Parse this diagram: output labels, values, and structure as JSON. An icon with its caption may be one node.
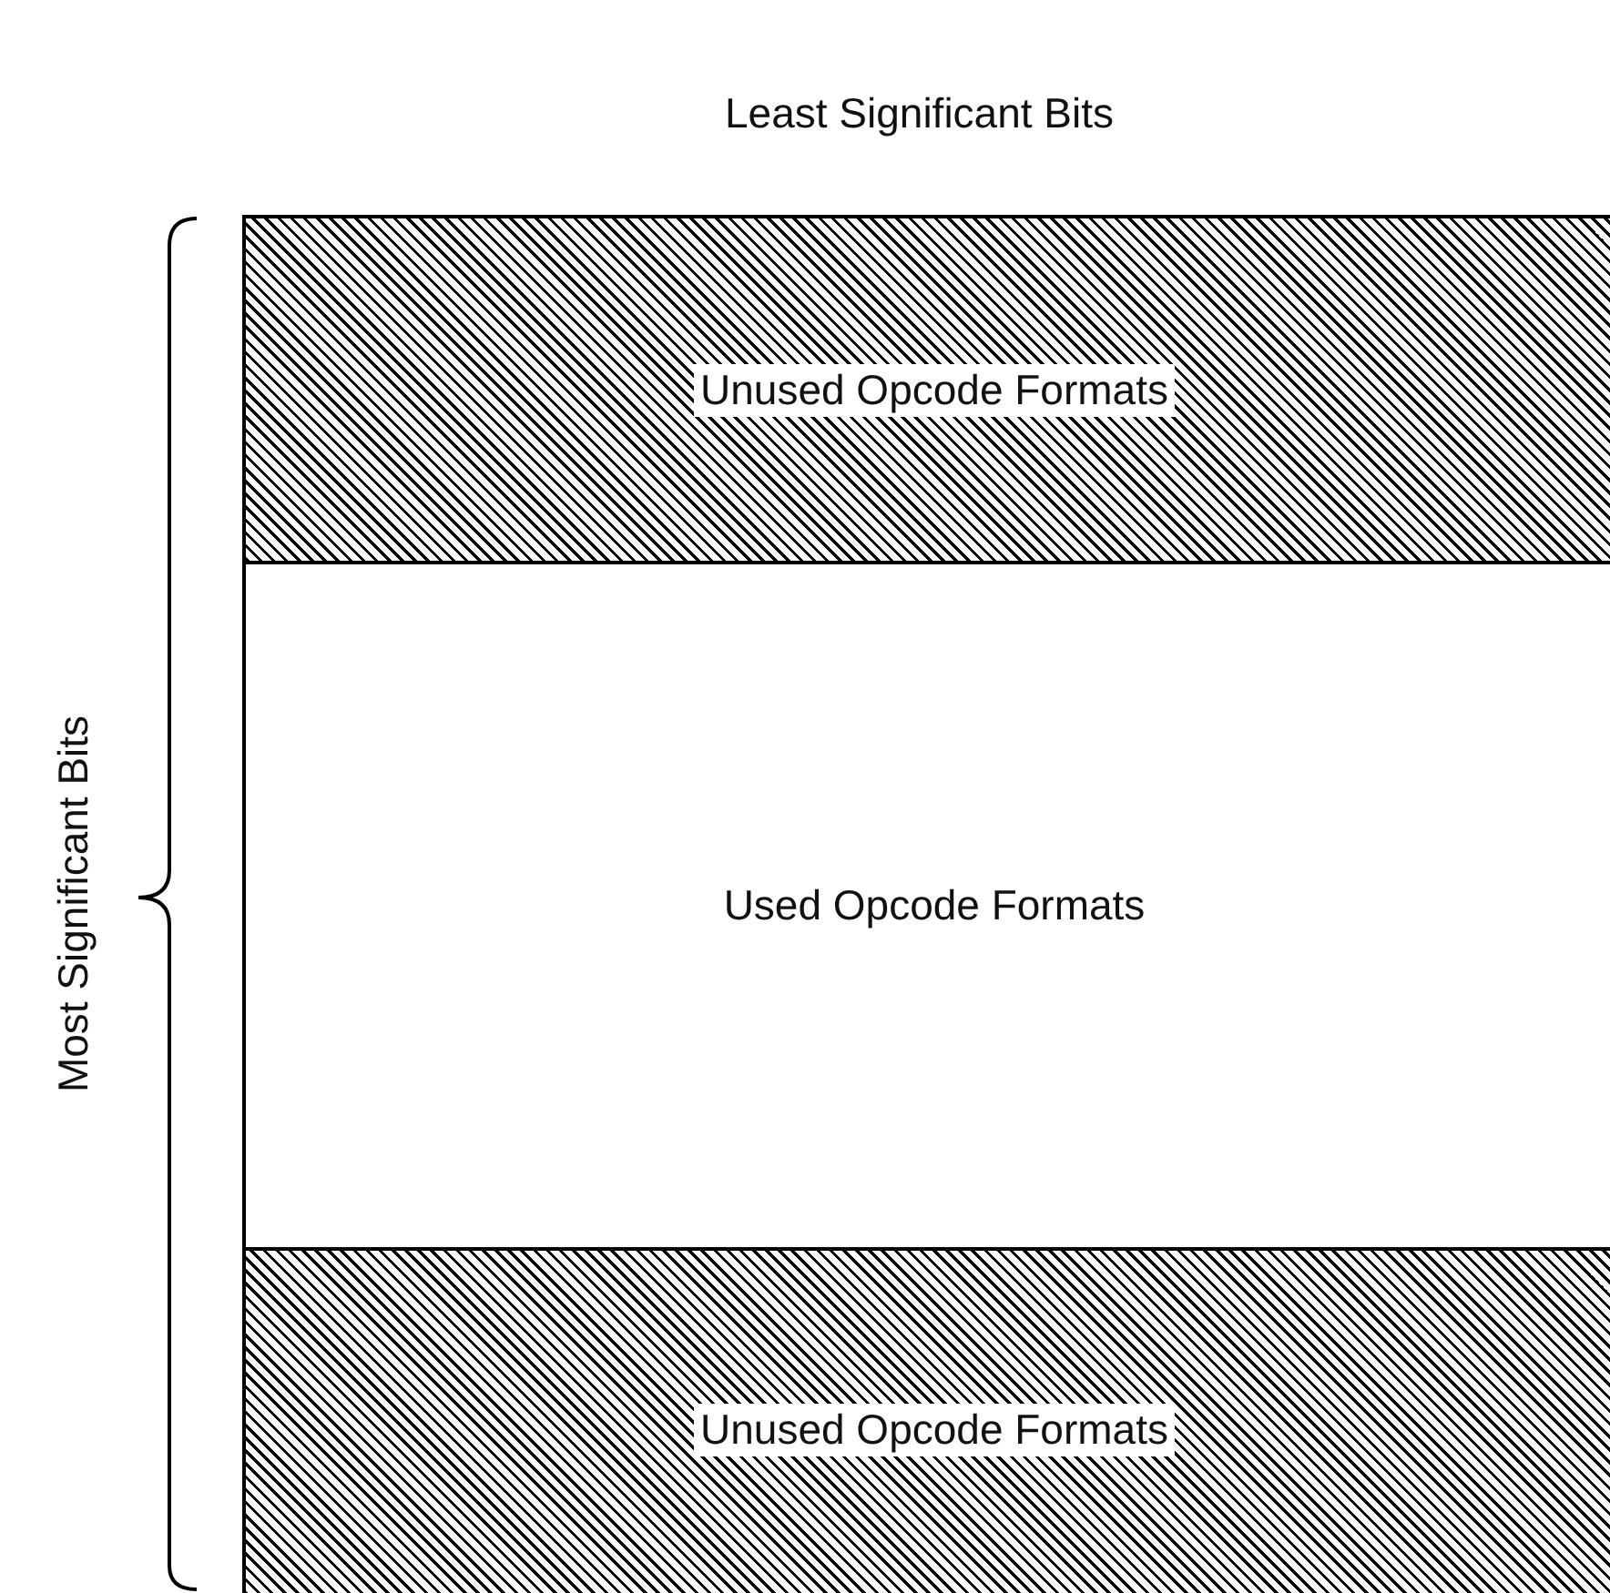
{
  "diagram": {
    "nodes": [
      {
        "text": [
          "Unused Opcode Formats"
        ]
      },
      {
        "text": [
          "Used Opcode Formats"
        ]
      },
      {
        "text": [
          "Unused Opcode Formats"
        ]
      }
    ],
    "labels": [
      "Least Significant Bits",
      "Most Significant Bits"
    ]
  }
}
